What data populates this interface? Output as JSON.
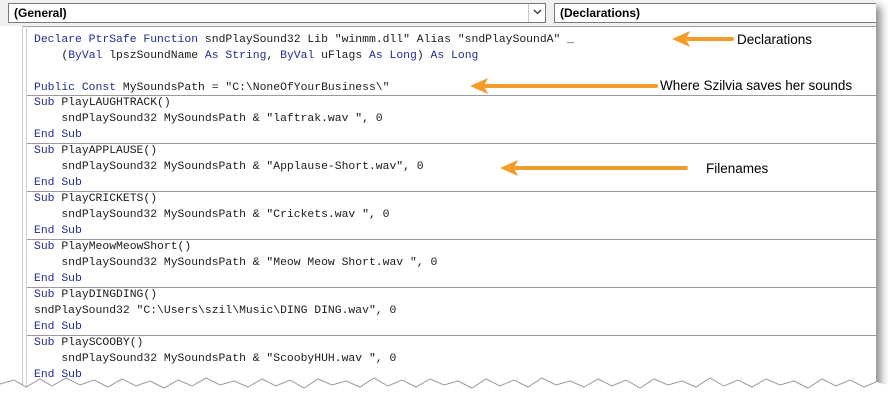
{
  "combos": {
    "object": "(General)",
    "procedure": "(Declarations)"
  },
  "code": {
    "declare_1_kw": "Declare PtrSafe Function",
    "declare_1_rest": " sndPlaySound32 Lib \"winmm.dll\" Alias \"sndPlaySoundA\" _",
    "declare_2_pre": "    (",
    "declare_2_byval1": "ByVal",
    "declare_2_mid1": " lpszSoundName ",
    "declare_2_as1": "As String",
    "declare_2_comma": ", ",
    "declare_2_byval2": "ByVal",
    "declare_2_mid2": " uFlags ",
    "declare_2_as2": "As Long",
    "declare_2_close": ") ",
    "declare_2_as3": "As Long",
    "const_kw": "Public Const",
    "const_rest": " MySoundsPath = \"C:\\NoneOfYourBusiness\\\"",
    "sub_kw": "Sub",
    "end_sub": "End Sub",
    "subs": [
      {
        "name": " PlayLAUGHTRACK()",
        "body": "    sndPlaySound32 MySoundsPath & \"laftrak.wav \", 0"
      },
      {
        "name": " PlayAPPLAUSE()",
        "body": "    sndPlaySound32 MySoundsPath & \"Applause-Short.wav\", 0"
      },
      {
        "name": " PlayCRICKETS()",
        "body": "    sndPlaySound32 MySoundsPath & \"Crickets.wav \", 0"
      },
      {
        "name": " PlayMeowMeowShort()",
        "body": "    sndPlaySound32 MySoundsPath & \"Meow Meow Short.wav \", 0"
      },
      {
        "name": " PlayDINGDING()",
        "body": "sndPlaySound32 \"C:\\Users\\szil\\Music\\DING DING.wav\", 0"
      },
      {
        "name": " PlaySCOOBY()",
        "body": "    sndPlaySound32 MySoundsPath & \"ScoobyHUH.wav \", 0"
      }
    ]
  },
  "annotations": {
    "declarations": "Declarations",
    "sounds_path": "Where Szilvia saves her sounds",
    "filenames": "Filenames"
  },
  "colors": {
    "keyword": "#1f2c91",
    "arrow": "#f39c2a"
  }
}
